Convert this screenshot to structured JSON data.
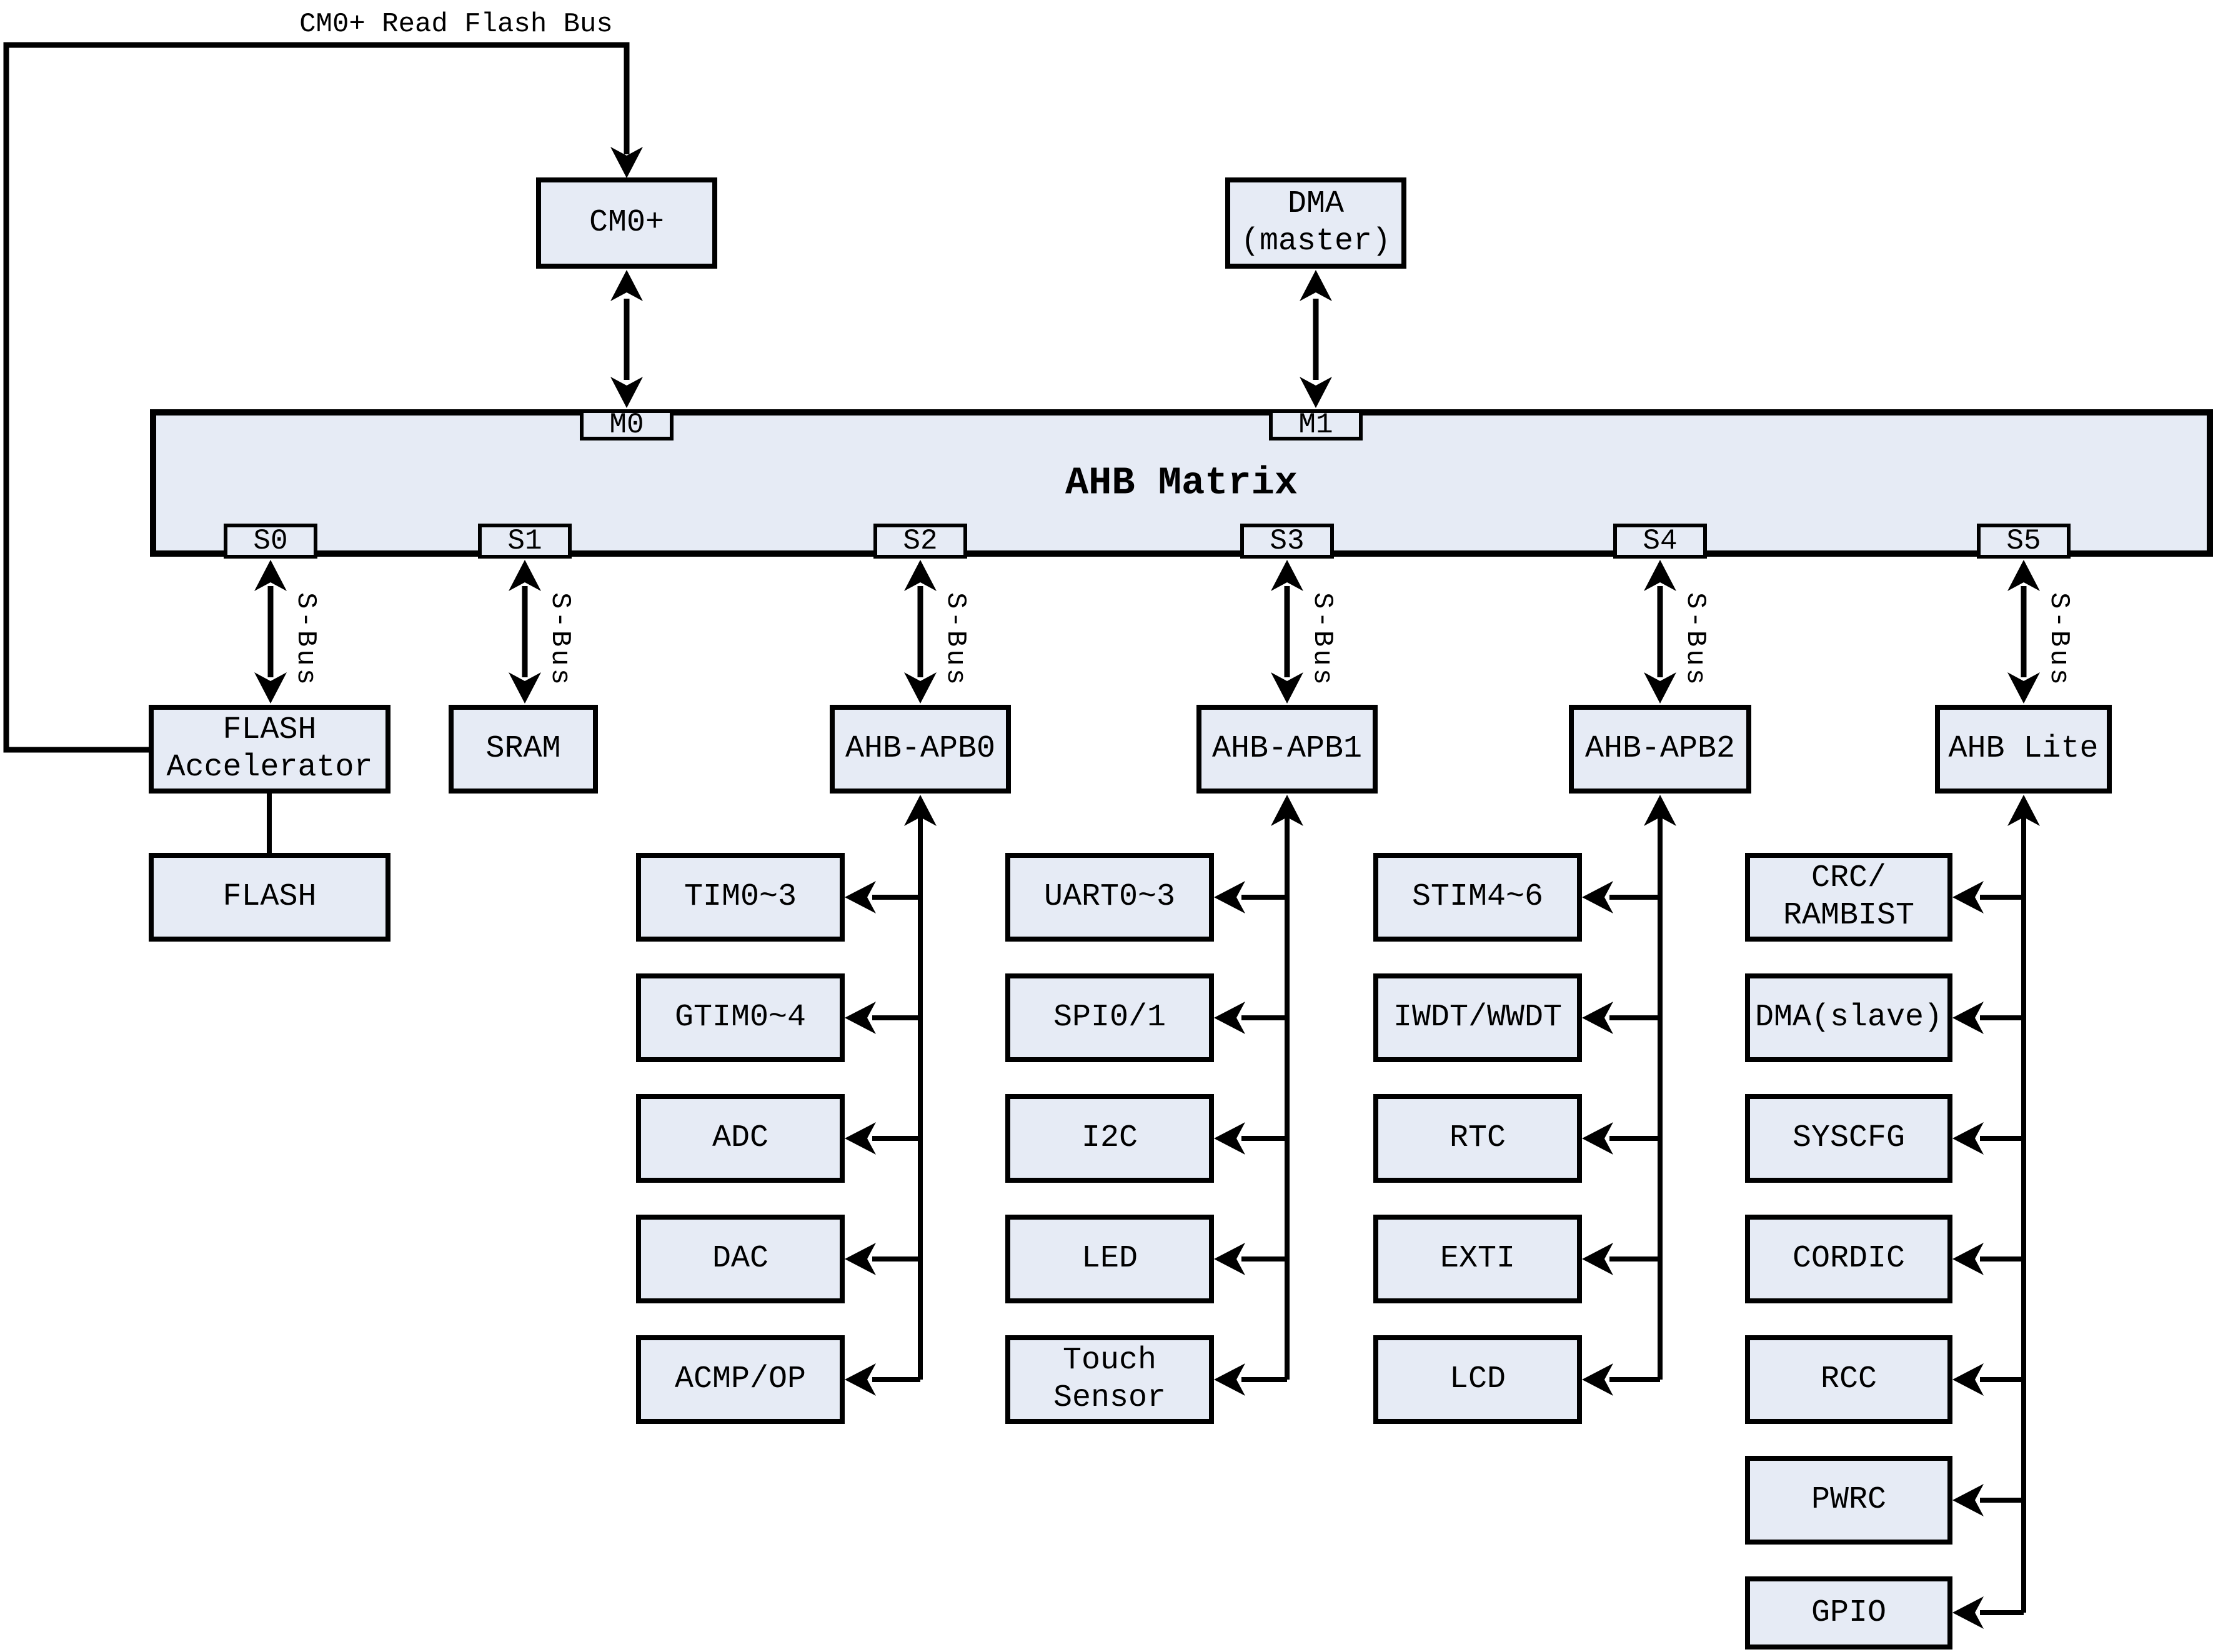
{
  "colors": {
    "box_fill": "#e6ebf5",
    "line": "#000000"
  },
  "top_bus": {
    "label": "CM0+ Read Flash Bus"
  },
  "masters": {
    "cm0": {
      "lines": [
        "CM0+"
      ]
    },
    "dma": {
      "lines": [
        "DMA",
        "(master)"
      ]
    }
  },
  "matrix": {
    "title": "AHB Matrix",
    "master_ports": [
      {
        "label": "M0"
      },
      {
        "label": "M1"
      }
    ],
    "slave_ports": [
      {
        "label": "S0"
      },
      {
        "label": "S1"
      },
      {
        "label": "S2"
      },
      {
        "label": "S3"
      },
      {
        "label": "S4"
      },
      {
        "label": "S5"
      }
    ],
    "sbus_label": "S-Bus"
  },
  "memory": {
    "flash_accelerator": {
      "lines": [
        "FLASH",
        "Accelerator"
      ]
    },
    "flash": {
      "lines": [
        "FLASH"
      ]
    },
    "sram": {
      "lines": [
        "SRAM"
      ]
    }
  },
  "bridges": [
    {
      "lines": [
        "AHB-APB0"
      ]
    },
    {
      "lines": [
        "AHB-APB1"
      ]
    },
    {
      "lines": [
        "AHB-APB2"
      ]
    },
    {
      "lines": [
        "AHB Lite"
      ]
    }
  ],
  "peripheral_columns": [
    {
      "bridge": "AHB-APB0",
      "items": [
        {
          "lines": [
            "TIM0~3"
          ]
        },
        {
          "lines": [
            "GTIM0~4"
          ]
        },
        {
          "lines": [
            "ADC"
          ]
        },
        {
          "lines": [
            "DAC"
          ]
        },
        {
          "lines": [
            "ACMP/OP"
          ]
        }
      ]
    },
    {
      "bridge": "AHB-APB1",
      "items": [
        {
          "lines": [
            "UART0~3"
          ]
        },
        {
          "lines": [
            "SPI0/1"
          ]
        },
        {
          "lines": [
            "I2C"
          ]
        },
        {
          "lines": [
            "LED"
          ]
        },
        {
          "lines": [
            "Touch",
            "Sensor"
          ]
        }
      ]
    },
    {
      "bridge": "AHB-APB2",
      "items": [
        {
          "lines": [
            "STIM4~6"
          ]
        },
        {
          "lines": [
            "IWDT/WWDT"
          ]
        },
        {
          "lines": [
            "RTC"
          ]
        },
        {
          "lines": [
            "EXTI"
          ]
        },
        {
          "lines": [
            "LCD"
          ]
        }
      ]
    },
    {
      "bridge": "AHB Lite",
      "items": [
        {
          "lines": [
            "CRC/",
            "RAMBIST"
          ]
        },
        {
          "lines": [
            "DMA(slave)"
          ]
        },
        {
          "lines": [
            "SYSCFG"
          ]
        },
        {
          "lines": [
            "CORDIC"
          ]
        },
        {
          "lines": [
            "RCC"
          ]
        },
        {
          "lines": [
            "PWRC"
          ]
        },
        {
          "lines": [
            "GPIO"
          ]
        }
      ]
    }
  ]
}
